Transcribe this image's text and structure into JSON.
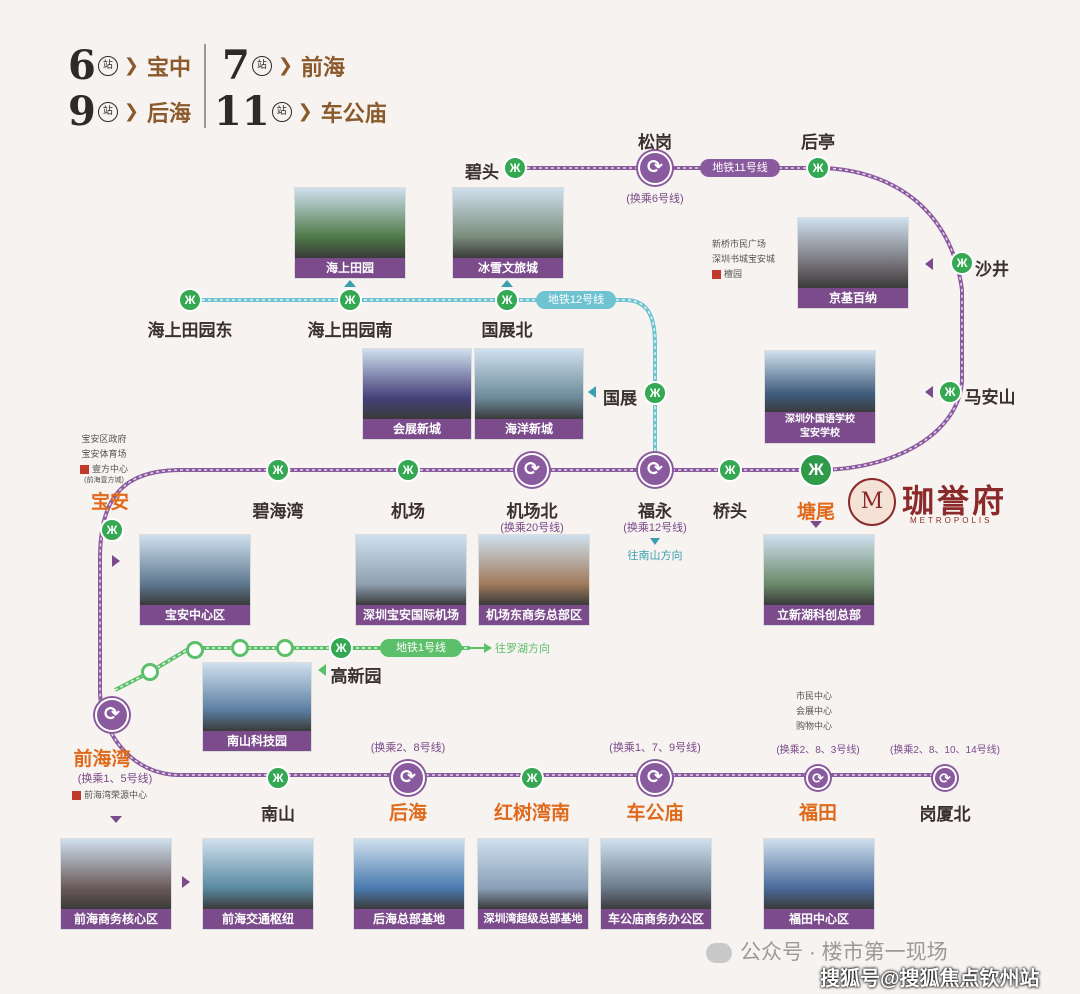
{
  "header": {
    "rows": [
      {
        "num": "6",
        "unit": "站",
        "dest": "宝中"
      },
      {
        "num": "7",
        "unit": "站",
        "dest": "前海"
      },
      {
        "num": "9",
        "unit": "站",
        "dest": "后海"
      },
      {
        "num": "11",
        "unit": "站",
        "dest": "车公庙"
      }
    ]
  },
  "colors": {
    "line11": "#8a5a9e",
    "line12": "#6fc3d1",
    "line1": "#5cbf6a",
    "accent": "#e06a1b",
    "caption": "#7b4b8c"
  },
  "lines": {
    "line11": "地铁11号线",
    "line12": "地铁12号线",
    "line1": "地铁1号线"
  },
  "stations": {
    "bitou": "碧头",
    "songgang": "松岗",
    "songgang_note": "(换乘6号线)",
    "houting": "后亭",
    "shajing": "沙井",
    "maanshan": "马安山",
    "tangwei": "塘尾",
    "qiaotou": "桥头",
    "fuyong": "福永",
    "fuyong_note": "(换乘12号线)",
    "fuyong_dir": "往南山方向",
    "jichangbei": "机场北",
    "jichangbei_note": "(换乘20号线)",
    "jichang": "机场",
    "bihaiwan": "碧海湾",
    "baoan": "宝安",
    "qianhaiwan": "前海湾",
    "qianhaiwan_note": "(换乘1、5号线)",
    "nanshan": "南山",
    "houhai": "后海",
    "houhai_note": "(换乘2、8号线)",
    "hongshuwannan": "红树湾南",
    "chegongmiao": "车公庙",
    "chegongmiao_note": "(换乘1、7、9号线)",
    "futian": "福田",
    "futian_note": "(换乘2、8、3号线)",
    "gangxiabei": "岗厦北",
    "gangxiabei_note": "(换乘2、8、10、14号线)",
    "guozhan": "国展",
    "guozhanbei": "国展北",
    "haishangtianyuannan": "海上田园南",
    "haishangtianyuandong": "海上田园东",
    "gaoxinyuan": "高新园",
    "line1_dir": "往罗湖方向"
  },
  "side_notes": {
    "baoan": [
      "宝安区政府",
      "宝安体育场",
      "壹方中心",
      "(前海壹方城)"
    ],
    "shajing": [
      "新桥市民广场",
      "深圳书城宝安城",
      "檀园"
    ],
    "futian": [
      "市民中心",
      "会展中心",
      "购物中心"
    ],
    "qianhaiwan": "前海湾荣源中心"
  },
  "photos": [
    {
      "cap": "海上田园",
      "tone": "#4f7a48"
    },
    {
      "cap": "冰雪文旅城",
      "tone": "#7a8c7a"
    },
    {
      "cap": "京基百纳",
      "tone": "#6e6a70"
    },
    {
      "cap": "会展新城",
      "tone": "#45407a"
    },
    {
      "cap": "海洋新城",
      "tone": "#6c8a9a"
    },
    {
      "cap": "深圳外国语学校\n宝安学校",
      "tone": "#3e5a7a"
    },
    {
      "cap": "宝安中心区",
      "tone": "#5e7890"
    },
    {
      "cap": "深圳宝安国际机场",
      "tone": "#8fa0b0"
    },
    {
      "cap": "机场东商务总部区",
      "tone": "#a07a5a"
    },
    {
      "cap": "立新湖科创总部",
      "tone": "#6a8a6a"
    },
    {
      "cap": "南山科技园",
      "tone": "#5a7ea0"
    },
    {
      "cap": "前海商务核心区",
      "tone": "#6a5a5a"
    },
    {
      "cap": "前海交通枢纽",
      "tone": "#5a8aa0"
    },
    {
      "cap": "后海总部基地",
      "tone": "#4a7ab0"
    },
    {
      "cap": "深圳湾超级总部基地",
      "tone": "#8aa0b8"
    },
    {
      "cap": "车公庙商务办公区",
      "tone": "#6a7a8a"
    },
    {
      "cap": "福田中心区",
      "tone": "#4a6a9a"
    }
  ],
  "brand": {
    "name": "珈誉府",
    "en": "METROPOLIS",
    "logo": "M"
  },
  "watermark": {
    "wechat": "公众号 · 楼市第一现场",
    "sohu": "搜狐号@搜狐焦点钦州站"
  }
}
